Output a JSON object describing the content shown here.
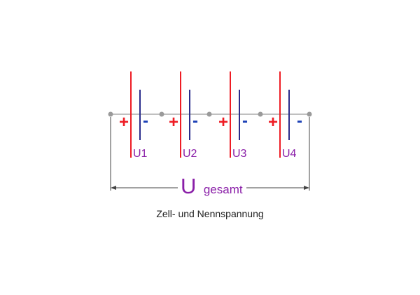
{
  "cells": [
    {
      "label": "U1",
      "plus": "+",
      "minus": "-"
    },
    {
      "label": "U2",
      "plus": "+",
      "minus": "-"
    },
    {
      "label": "U3",
      "plus": "+",
      "minus": "-"
    },
    {
      "label": "U4",
      "plus": "+",
      "minus": "-"
    }
  ],
  "total": {
    "symbol": "U",
    "subscript": "gesamt"
  },
  "caption": "Zell- und Nennspannung",
  "colors": {
    "positive_plate": "#ee1c24",
    "negative_plate": "#2b2d8c",
    "plus_sign": "#ee1c24",
    "minus_sign": "#1b3fb5",
    "cell_label": "#8a1fa8",
    "wire": "#9a9a9a",
    "node": "#9a9a9a",
    "dimension_line": "#444444",
    "total_label": "#8a1fa8",
    "caption": "#222222"
  }
}
